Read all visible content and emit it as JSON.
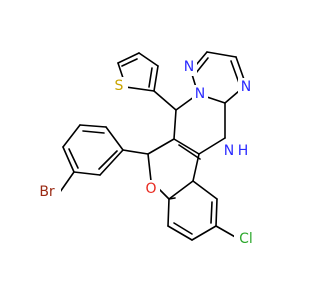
{
  "atom_colors": {
    "N": "#2b2bff",
    "O": "#e8281e",
    "S": "#c9a400",
    "Br": "#9a2a14",
    "Cl": "#2ea82e"
  },
  "labels": {
    "n_triazole_top": "N",
    "n_triazole_bridge": "N",
    "n_triazole_right": "N",
    "nh": "N",
    "h": "H",
    "thiophene_s": "S",
    "pyran_o": "O",
    "bromo": "Br",
    "chloro": "Cl"
  }
}
